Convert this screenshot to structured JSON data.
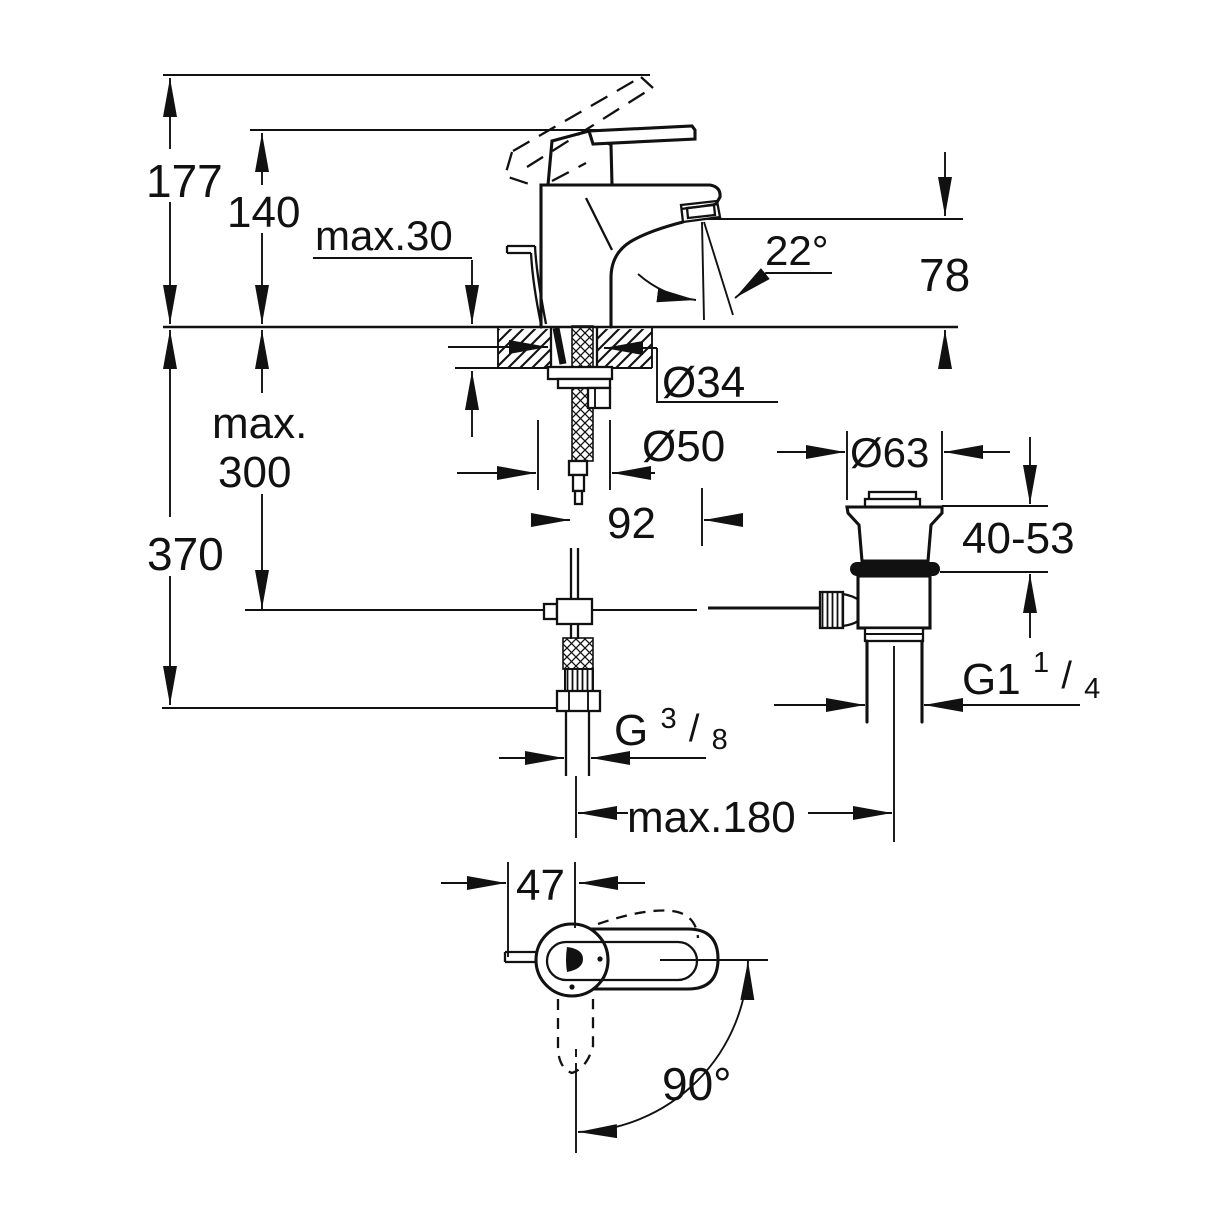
{
  "drawing": {
    "type": "technical installation dimension drawing",
    "subject": "single-lever basin mixer with pop-up waste, front view, under-counter connections and top view",
    "background": "#ffffff",
    "ink": "#111111"
  },
  "labels": {
    "total_height": "177",
    "height_to_lever": "140",
    "deck_thickness": "max.30",
    "spray_angle": "22°",
    "spout_to_deck": "78",
    "hole_diameter": "Ø34",
    "hose_depth_word": "max.",
    "hose_depth_value": "300",
    "overall_depth": "370",
    "base_diameter": "Ø50",
    "spout_reach": "92",
    "waste_flange_diameter": "Ø63",
    "waste_clamp_range": "40-53",
    "waste_thread_base": "G1",
    "waste_thread_sup": "1",
    "waste_thread_slash": "/",
    "waste_thread_sub": "4",
    "supply_thread_base": "G",
    "supply_thread_sup": "3",
    "supply_thread_slash": "/",
    "supply_thread_sub": "8",
    "rod_reach": "max.180",
    "handle_width": "47",
    "handle_swivel_angle": "90°"
  }
}
